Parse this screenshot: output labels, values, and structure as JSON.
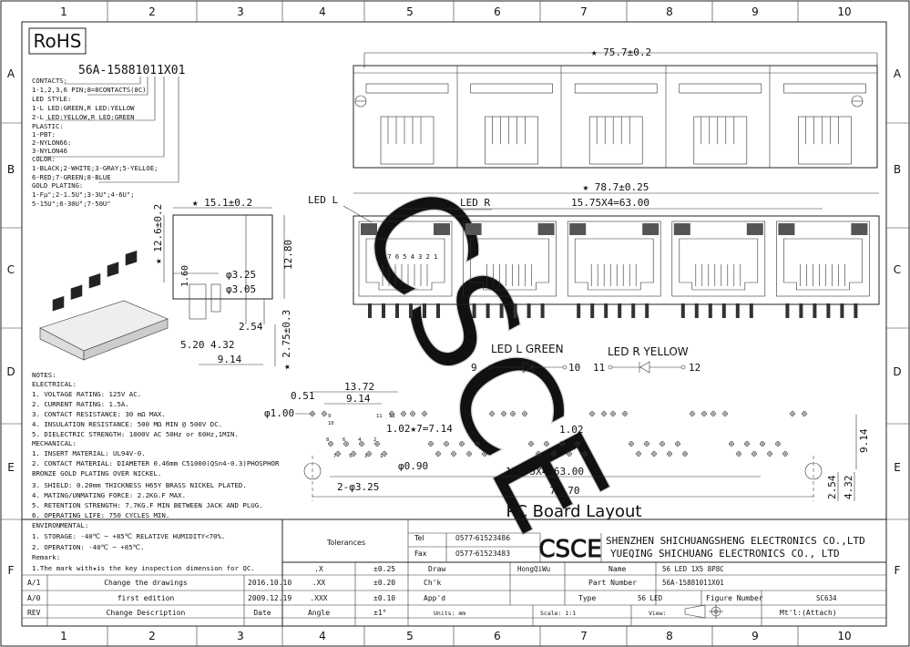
{
  "grid": {
    "cols": [
      "1",
      "2",
      "3",
      "4",
      "5",
      "6",
      "7",
      "8",
      "9",
      "10"
    ],
    "rows": [
      "A",
      "B",
      "C",
      "D",
      "E",
      "F"
    ]
  },
  "rohs": "RoHS",
  "part_code": "56A-15881011X01",
  "legend_lines": [
    "CONTACTS:",
    "1-1,2,3,6 PIN;8=8CONTACTS(8C)",
    "LED STYLE:",
    "1-L LED:GREEN,R LED:YELLOW",
    "2-L LED:YELLOW,R LED:GREEN",
    "PLASTIC:",
    "1-PBT:",
    "2-NYLON66:",
    "3-NYLON46",
    "COLOR:",
    "1-BLACK;2-WHITE;3-GRAY;5-YELLOE;",
    "6-RED;7-GREEN;8-BLUE",
    "GOLD PLATING:",
    "1-Fµ\";2-1.5U\";3-3U\";4-6U\";",
    "5-15U\";6-30U\";7-50U\""
  ],
  "notes_lines": [
    "NOTES:",
    "ELECTRICAL:",
    "1. VOLTAGE RATING: 125V AC.",
    "2. CURRENT RATING: 1.5A.",
    "3. CONTACT RESISTANCE: 30 mΩ MAX.",
    "4. INSULATION RESISTANCE: 500 MΩ MIN @ 500V DC.",
    "5. DIELECTRIC STRENGTH: 1000V AC 50Hz or 60Hz,1MIN.",
    "MECHANICAL:",
    "1. INSERT MATERIAL: UL94V-0.",
    "2. CONTACT MATERIAL: DIAMETER 0.46mm C51000(QSn4-0.3)PHOSPHOR",
    "                BRONZE GOLD PLATING OVER NICKEL.",
    "3. SHIELD: 0.20mm THICKNESS H65Y BRASS NICKEL PLATED.",
    "4. MATING/UNMATING FORCE: 2.2KG.F MAX.",
    "5. RETENTION STRENGTH: 7.7KG.F MIN BETWEEN JACK AND PLUG.",
    "6. OPERATING LIFE: 750 CYCLES MIN.",
    "ENVIRONMENTAL:",
    "1. STORAGE: -40℃ ~ +85℃ RELATIVE HUMIDITY<70%.",
    "2. OPERATION: -40℃ ~ +85℃.",
    "Remark:",
    "1.The mark with★is the key inspection dimension for QC."
  ],
  "dims": {
    "top_width": "★ 75.7±0.2",
    "front_width": "★ 78.7±0.25",
    "pitch": "15.75X4=63.00",
    "led_l": "LED L",
    "led_r": "LED R",
    "pin_numbers": "8 7 6 5 4 3 2 1",
    "side_width": "★ 15.1±0.2",
    "side_h1": "★ 12.6±0.2",
    "side_h2": "12.80",
    "side_d1": "φ3.25",
    "side_d2": "φ3.05",
    "side_160": "1.60",
    "side_254": "2.54",
    "side_520": "5.20",
    "side_432": "4.32",
    "side_914": "9.14",
    "side_275": "★ 2.75±0.3",
    "pcb_051": "0.51",
    "pcb_1372": "13.72",
    "pcb_914": "9.14",
    "pcb_d100": "φ1.00",
    "pcb_pitch7": "1.02★7=7.14",
    "pcb_102": "1.02",
    "pcb_d090": "φ0.90",
    "pcb_pitch4": "15.75X4=63.00",
    "pcb_d325": "2-φ3.25",
    "pcb_7570": "75.70",
    "pcb_914v": "9.14",
    "pcb_254v": "2.54",
    "pcb_432v": "4.32",
    "pin9": "9",
    "pin10": "10",
    "pin11": "11",
    "pin12": "12",
    "pin_small_11": "11",
    "pin_small_12": "12",
    "pin_small_10": "10",
    "pin_small_9": "9",
    "pin_small_8": "8",
    "pin_small_6": "6",
    "pin_small_4": "4",
    "pin_small_2": "2",
    "pin_small_7": "7",
    "pin_small_5": "5",
    "pin_small_3": "3",
    "pin_small_1": "1"
  },
  "led_green_label": "LED L GREEN",
  "led_yellow_label": "LED R YELLOW",
  "pcb_title": "PC Board Layout",
  "watermark": "CSCE",
  "title_block": {
    "tolerances": "Tolerances",
    "tol_rows": [
      [
        ".X",
        "±0.25"
      ],
      [
        ".XX",
        "±0.20"
      ],
      [
        ".XXX",
        "±0.10"
      ],
      [
        "Angle",
        "±1°"
      ]
    ],
    "tel_label": "Tel",
    "tel": "0577-61523486",
    "fax_label": "Fax",
    "fax": "0577-61523483",
    "logo": "CSCE",
    "company_cn": "SHENZHEN SHICHUANGSHENG ELECTRONICS CO.,LTD",
    "company_yq": "YUEQING SHICHUANG ELECTRONICS CO., LTD",
    "draw_label": "Draw",
    "draw_value": "HongQiWu",
    "name_label": "Name",
    "name_value": "56 LED 1X5 8P8C",
    "chk_label": "Ch'k",
    "part_label": "Part Number",
    "part_value": "56A-15881011X01",
    "appd_label": "App'd",
    "type_label": "Type",
    "type_value": "56 LED",
    "fig_label": "Figure Number",
    "fig_value": "SC634",
    "units_label": "Units: mm",
    "scale_label": "Scale: 1:1",
    "view_label": "View:",
    "mt_label": "Mt'l:(Attach)",
    "rev_rows": [
      [
        "A/1",
        "Change the drawings",
        "2016.10.10"
      ],
      [
        "A/0",
        "first edition",
        "2009.12.19"
      ]
    ],
    "rev_header": [
      "REV",
      "Change Description",
      "Date"
    ]
  }
}
